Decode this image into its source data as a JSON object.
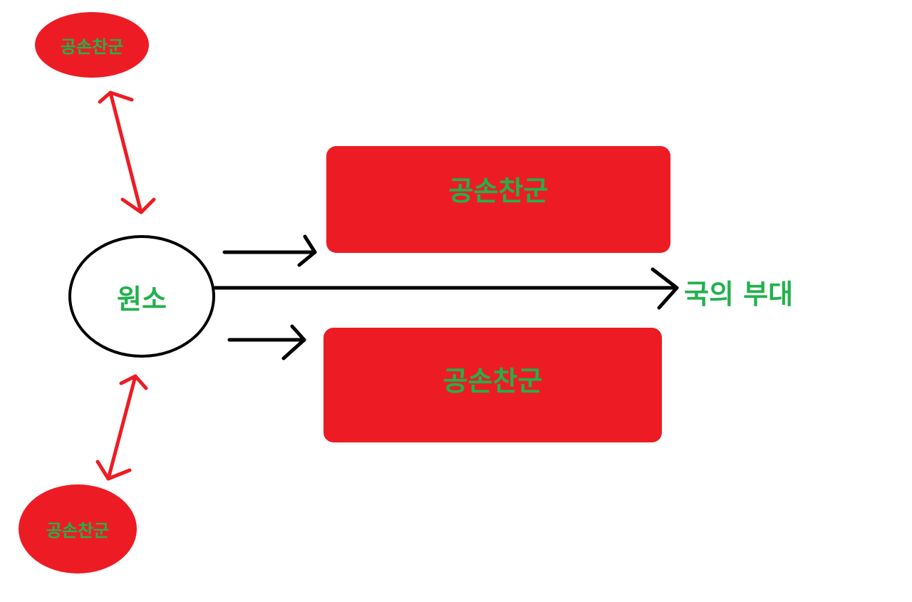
{
  "colors": {
    "node_fill": "#ed1c24",
    "text": "#22b14c",
    "arrow_black": "#000000",
    "arrow_red": "#ed1c24"
  },
  "nodes": {
    "top_ellipse": "공손찬군",
    "bottom_ellipse": "공손찬군",
    "upper_rect": "공손찬군",
    "lower_rect": "공손찬군",
    "center": "원소",
    "target": "국의 부대"
  }
}
